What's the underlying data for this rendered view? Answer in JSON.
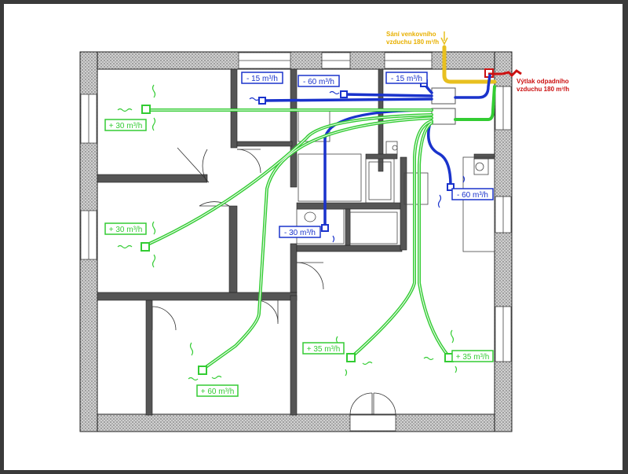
{
  "colors": {
    "supply": "#33cc33",
    "exhaust": "#1a33cc",
    "intake": "#e8c020",
    "outlet": "#cc1111",
    "wall_dark": "#333333",
    "wall_hatch": "#bbbbbb"
  },
  "intake_label": {
    "line1": "Sání venkovního",
    "line2": "vzduchu 180 m³/h"
  },
  "outlet_label": {
    "line1": "Výtlak odpadního",
    "line2": "vzduchu 180 m³/h"
  },
  "supply_labels": [
    "+ 30 m³/h",
    "+ 30 m³/h",
    "+ 60 m³/h",
    "+ 35 m³/h",
    "+ 35 m³/h"
  ],
  "exhaust_labels": [
    "- 15 m³/h",
    "- 60 m³/h",
    "- 15 m³/h",
    "- 60 m³/h",
    "- 30 m³/h"
  ],
  "icons": [
    "supply-valve-icon",
    "exhaust-valve-icon",
    "air-flow-icon",
    "ventilation-unit-icon"
  ]
}
